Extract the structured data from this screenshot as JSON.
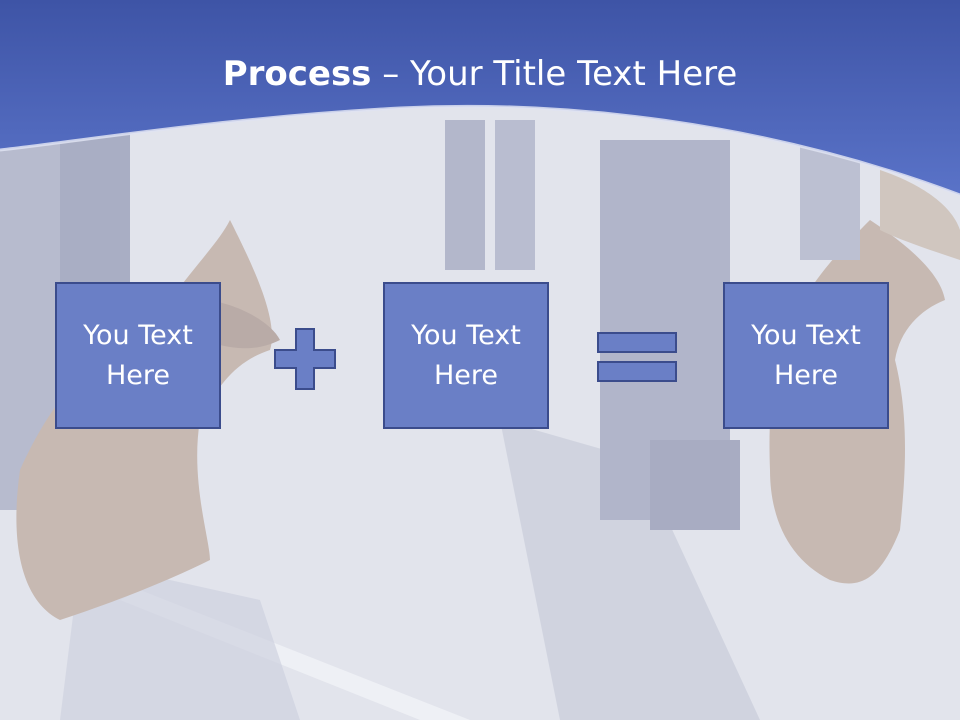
{
  "slide": {
    "title_bold": "Process",
    "title_rest": " – Your Title Text Here",
    "boxes": [
      {
        "label": "You Text Here"
      },
      {
        "label": "You Text Here"
      },
      {
        "label": "You Text Here"
      }
    ],
    "operators": [
      "plus-icon",
      "equals-icon"
    ]
  },
  "colors": {
    "header_band": "#4a62b4",
    "box_fill": "#6a7fc6",
    "box_border": "#3b4c8c",
    "title_text": "#ffffff"
  }
}
